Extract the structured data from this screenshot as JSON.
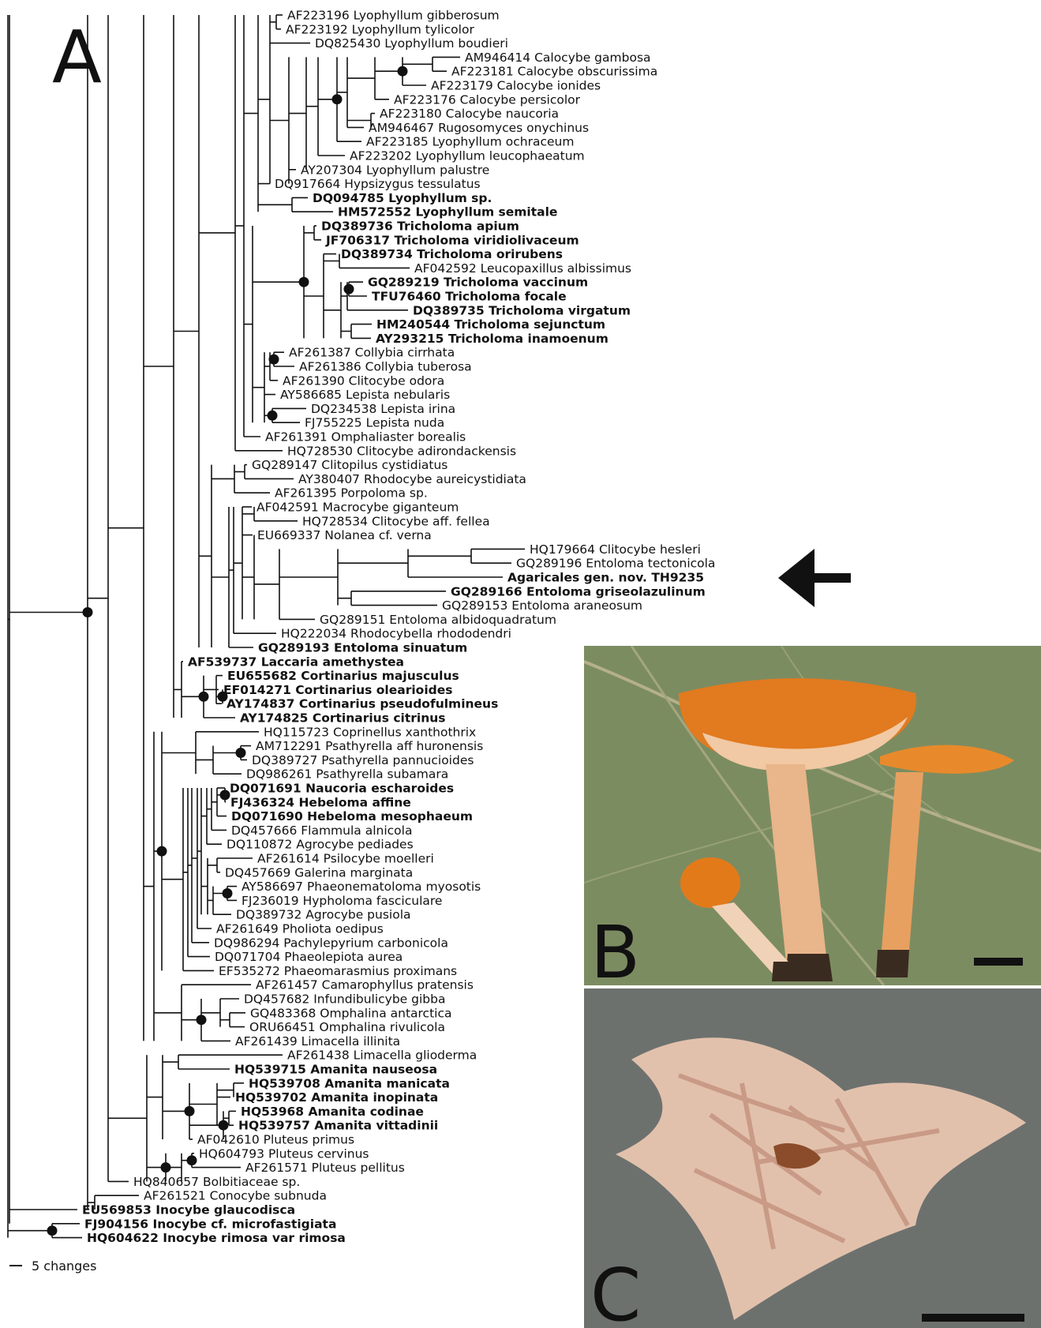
{
  "panels": {
    "a": "A",
    "b": "B",
    "c": "C"
  },
  "scale_bar": "5 changes",
  "highlight_arrow_target": "Agaricales gen. nov. TH9235",
  "taxa": [
    {
      "label": "AF223196 Lyophyllum gibberosum",
      "bold": false
    },
    {
      "label": "AF223192 Lyophyllum tylicolor",
      "bold": false
    },
    {
      "label": "DQ825430 Lyophyllum boudieri",
      "bold": false
    },
    {
      "label": "AM946414 Calocybe gambosa",
      "bold": false
    },
    {
      "label": "AF223181 Calocybe obscurissima",
      "bold": false
    },
    {
      "label": "AF223179 Calocybe ionides",
      "bold": false
    },
    {
      "label": "AF223176 Calocybe persicolor",
      "bold": false
    },
    {
      "label": "AF223180 Calocybe naucoria",
      "bold": false
    },
    {
      "label": "AM946467 Rugosomyces onychinus",
      "bold": false
    },
    {
      "label": "AF223185 Lyophyllum ochraceum",
      "bold": false
    },
    {
      "label": "AF223202 Lyophyllum leucophaeatum",
      "bold": false
    },
    {
      "label": "AY207304 Lyophyllum palustre",
      "bold": false
    },
    {
      "label": "DQ917664 Hypsizygus tessulatus",
      "bold": false
    },
    {
      "label": "DQ094785 Lyophyllum sp.",
      "bold": true
    },
    {
      "label": "HM572552 Lyophyllum semitale",
      "bold": true
    },
    {
      "label": "DQ389736 Tricholoma apium",
      "bold": true
    },
    {
      "label": "JF706317 Tricholoma viridiolivaceum",
      "bold": true
    },
    {
      "label": "DQ389734 Tricholoma orirubens",
      "bold": true
    },
    {
      "label": "AF042592 Leucopaxillus albissimus",
      "bold": false
    },
    {
      "label": "GQ289219 Tricholoma vaccinum",
      "bold": true
    },
    {
      "label": "TFU76460 Tricholoma focale",
      "bold": true
    },
    {
      "label": "DQ389735 Tricholoma virgatum",
      "bold": true
    },
    {
      "label": "HM240544 Tricholoma sejunctum",
      "bold": true
    },
    {
      "label": "AY293215 Tricholoma inamoenum",
      "bold": true
    },
    {
      "label": "AF261387 Collybia cirrhata",
      "bold": false
    },
    {
      "label": "AF261386 Collybia tuberosa",
      "bold": false
    },
    {
      "label": "AF261390 Clitocybe odora",
      "bold": false
    },
    {
      "label": "AY586685 Lepista nebularis",
      "bold": false
    },
    {
      "label": "DQ234538 Lepista irina",
      "bold": false
    },
    {
      "label": "FJ755225 Lepista nuda",
      "bold": false
    },
    {
      "label": "AF261391 Omphaliaster borealis",
      "bold": false
    },
    {
      "label": "HQ728530 Clitocybe adirondackensis",
      "bold": false
    },
    {
      "label": "GQ289147 Clitopilus cystidiatus",
      "bold": false
    },
    {
      "label": "AY380407 Rhodocybe aureicystidiata",
      "bold": false
    },
    {
      "label": "AF261395 Porpoloma sp.",
      "bold": false
    },
    {
      "label": "AF042591 Macrocybe giganteum",
      "bold": false
    },
    {
      "label": "HQ728534 Clitocybe aff. fellea",
      "bold": false
    },
    {
      "label": "EU669337 Nolanea cf. verna",
      "bold": false
    },
    {
      "label": "HQ179664 Clitocybe hesleri",
      "bold": false
    },
    {
      "label": "GQ289196 Entoloma tectonicola",
      "bold": false
    },
    {
      "label": "Agaricales gen. nov. TH9235",
      "bold": true
    },
    {
      "label": "GQ289166 Entoloma griseolazulinum",
      "bold": true
    },
    {
      "label": "GQ289153 Entoloma araneosum",
      "bold": false
    },
    {
      "label": "GQ289151 Entoloma albidoquadratum",
      "bold": false
    },
    {
      "label": "HQ222034 Rhodocybella rhododendri",
      "bold": false
    },
    {
      "label": "GQ289193 Entoloma sinuatum",
      "bold": true
    },
    {
      "label": "AF539737 Laccaria amethystea",
      "bold": true
    },
    {
      "label": "EU655682 Cortinarius majusculus",
      "bold": true
    },
    {
      "label": "EF014271 Cortinarius olearioides",
      "bold": true
    },
    {
      "label": "AY174837 Cortinarius pseudofulmineus",
      "bold": true
    },
    {
      "label": "AY174825 Cortinarius citrinus",
      "bold": true
    },
    {
      "label": "HQ115723 Coprinellus xanthothrix",
      "bold": false
    },
    {
      "label": "AM712291 Psathyrella aff  huronensis",
      "bold": false
    },
    {
      "label": "DQ389727 Psathyrella pannucioides",
      "bold": false
    },
    {
      "label": "DQ986261 Psathyrella subamara",
      "bold": false
    },
    {
      "label": "DQ071691 Naucoria escharoides",
      "bold": true
    },
    {
      "label": "FJ436324 Hebeloma affine",
      "bold": true
    },
    {
      "label": "DQ071690 Hebeloma mesophaeum",
      "bold": true
    },
    {
      "label": "DQ457666 Flammula alnicola",
      "bold": false
    },
    {
      "label": "DQ110872 Agrocybe pediades",
      "bold": false
    },
    {
      "label": "AF261614 Psilocybe moelleri",
      "bold": false
    },
    {
      "label": "DQ457669 Galerina marginata",
      "bold": false
    },
    {
      "label": "AY586697 Phaeonematoloma myosotis",
      "bold": false
    },
    {
      "label": "FJ236019 Hypholoma fasciculare",
      "bold": false
    },
    {
      "label": "DQ389732 Agrocybe pusiola",
      "bold": false
    },
    {
      "label": "AF261649 Pholiota oedipus",
      "bold": false
    },
    {
      "label": "DQ986294 Pachylepyrium carbonicola",
      "bold": false
    },
    {
      "label": "DQ071704 Phaeolepiota aurea",
      "bold": false
    },
    {
      "label": "EF535272 Phaeomarasmius proximans",
      "bold": false
    },
    {
      "label": "AF261457 Camarophyllus pratensis",
      "bold": false
    },
    {
      "label": "DQ457682 Infundibulicybe gibba",
      "bold": false
    },
    {
      "label": "GQ483368 Omphalina antarctica",
      "bold": false
    },
    {
      "label": "ORU66451 Omphalina rivulicola",
      "bold": false
    },
    {
      "label": "AF261439 Limacella illinita",
      "bold": false
    },
    {
      "label": "AF261438 Limacella glioderma",
      "bold": false
    },
    {
      "label": "HQ539715 Amanita nauseosa",
      "bold": true
    },
    {
      "label": "HQ539708 Amanita manicata",
      "bold": true
    },
    {
      "label": "HQ539702 Amanita inopinata",
      "bold": true
    },
    {
      "label": "HQ53968 Amanita codinae",
      "bold": true
    },
    {
      "label": "HQ539757 Amanita vittadinii",
      "bold": true
    },
    {
      "label": "AF042610 Pluteus primus",
      "bold": false
    },
    {
      "label": "HQ604793 Pluteus cervinus",
      "bold": false
    },
    {
      "label": "AF261571 Pluteus pellitus",
      "bold": false
    },
    {
      "label": "HQ840657 Bolbitiaceae sp.",
      "bold": false
    },
    {
      "label": "AF261521 Conocybe subnuda",
      "bold": false
    },
    {
      "label": "EU569853 Inocybe glaucodisca",
      "bold": true
    },
    {
      "label": "FJ904156 Inocybe cf. microfastigiata",
      "bold": true
    },
    {
      "label": "HQ604622 Inocybe rimosa var  rimosa",
      "bold": true
    }
  ]
}
